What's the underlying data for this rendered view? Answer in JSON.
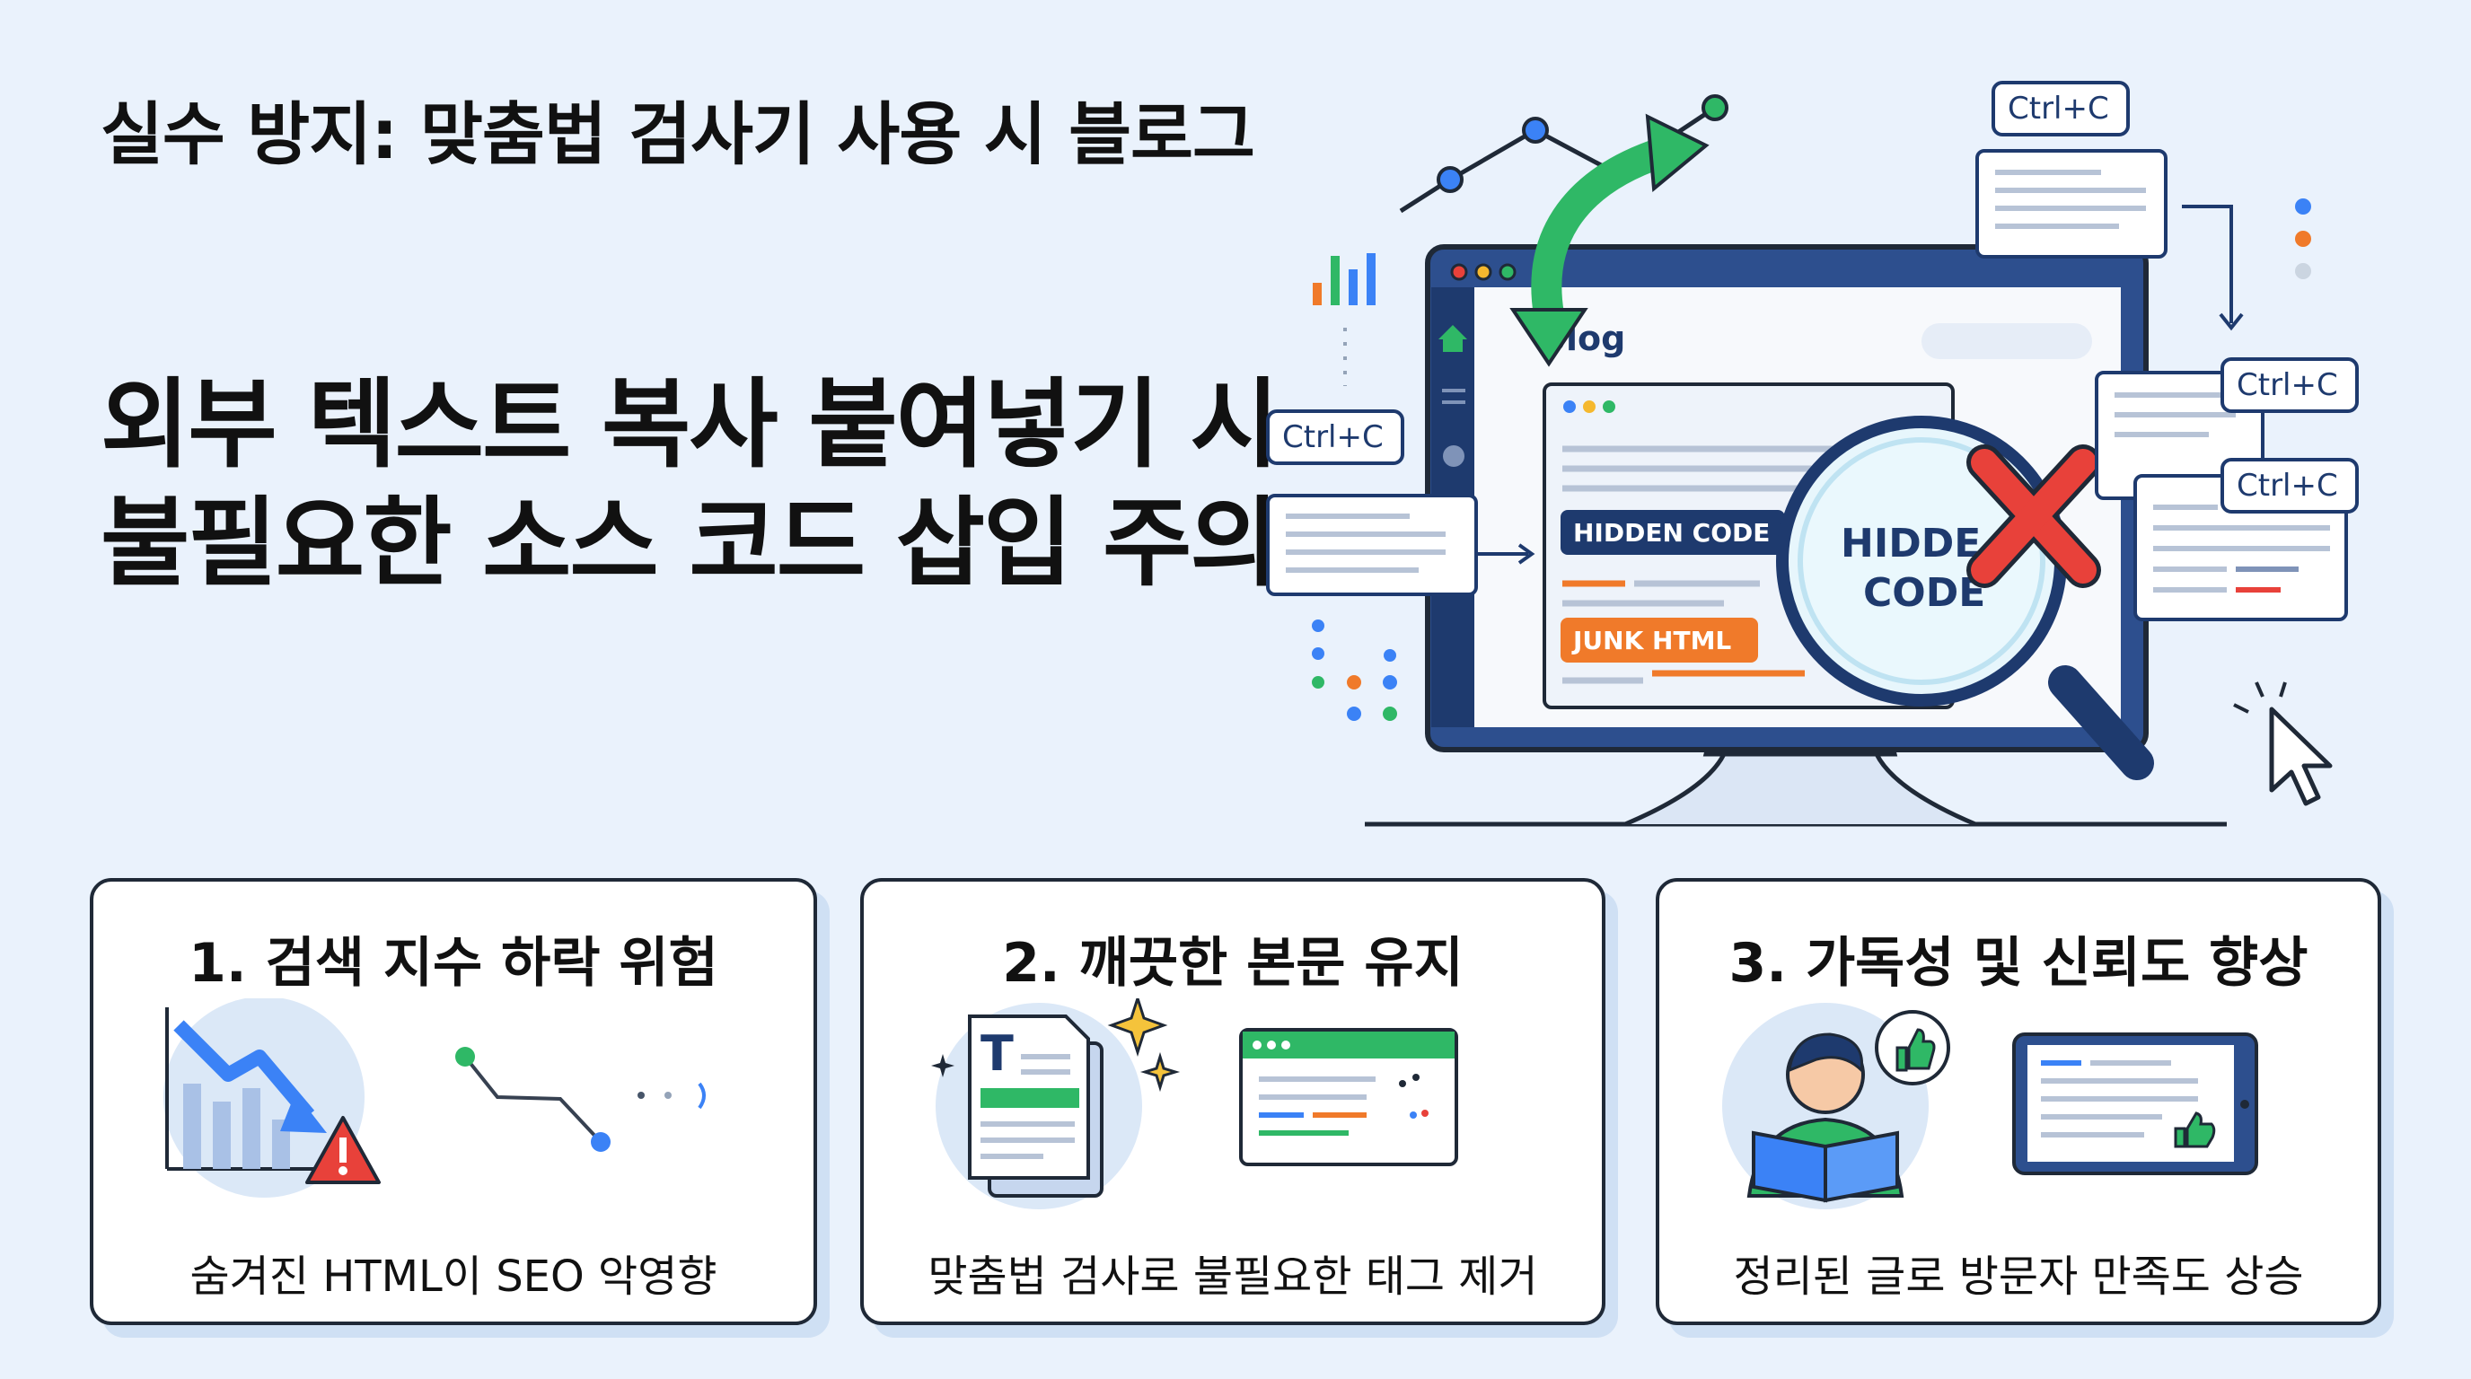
{
  "subtitle": "실수 방지: 맞춤법 검사기 사용 시 블로그",
  "headline": {
    "line1": "외부 텍스트 복사 붙여넣기 시",
    "line2": "불필요한 소스 코드 삽입 주의"
  },
  "illustration": {
    "ctrl_c_labels": [
      "Ctrl+C",
      "Ctrl+C",
      "Ctrl+C",
      "Ctrl+C"
    ],
    "browser_title": "Blog",
    "hidden_code_tag": "HIDDEN CODE",
    "junk_html_tag": "JUNK HTML",
    "magnifier_text_line1": "HIDDE",
    "magnifier_text_line2": "CODE"
  },
  "cards": [
    {
      "title": "1. 검색 지수 하락 위험",
      "caption": "숨겨진 HTML이 SEO 악영향"
    },
    {
      "title": "2. 깨끗한 본문 유지",
      "caption": "맞춤법 검사로 불필요한 태그 제거"
    },
    {
      "title": "3. 가독성 및 신뢰도 향상",
      "caption": "정리된 글로 방문자 만족도 상승"
    }
  ],
  "colors": {
    "background": "#eaf2fc",
    "navy": "#1e3a6e",
    "green": "#2fb866",
    "orange": "#f07a2a",
    "red": "#e8413a",
    "blue": "#3b82f6"
  },
  "icons": {
    "home": "home-icon",
    "warning": "warning-icon",
    "thumbs_up": "thumbs-up-icon",
    "cursor": "cursor-icon",
    "magnifier": "magnifier-icon",
    "cross": "cross-icon"
  }
}
